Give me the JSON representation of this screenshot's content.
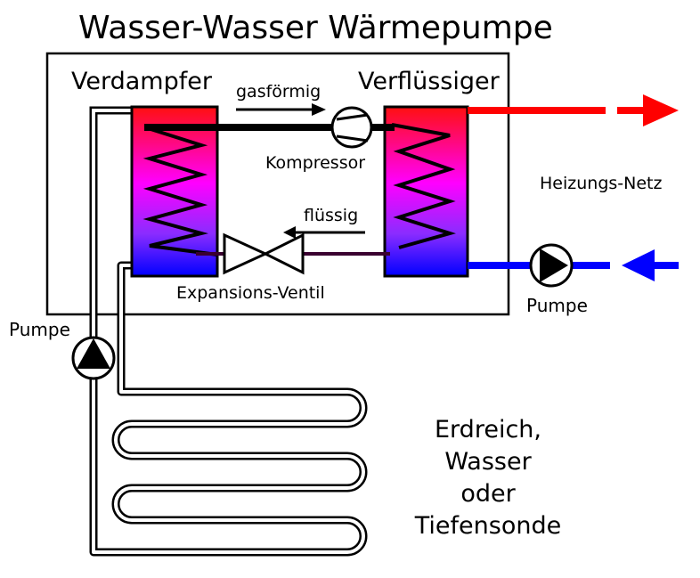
{
  "title": "Wasser-Wasser Wärmepumpe",
  "labels": {
    "evaporator": "Verdampfer",
    "condenser": "Verflüssiger",
    "gaseous": "gasförmig",
    "liquid": "flüssig",
    "compressor": "Kompressor",
    "expansion_valve": "Expansions-Ventil",
    "heating_network": "Heizungs-Netz",
    "pump_right": "Pumpe",
    "pump_left": "Pumpe",
    "ground_source": [
      "Erdreich,",
      "Wasser",
      "oder",
      "Tiefensonde"
    ]
  },
  "colors": {
    "hot": "#ff0000",
    "cold": "#0000ff",
    "gradient_top": "#ff1010",
    "gradient_mid": "#ff00ff",
    "gradient_bottom": "#0000ff",
    "liquid_line": "#3a0030"
  },
  "icons": {
    "compressor": "compressor-symbol",
    "expansion_valve": "valve-symbol",
    "pump": "pump-symbol",
    "arrow": "arrow"
  }
}
